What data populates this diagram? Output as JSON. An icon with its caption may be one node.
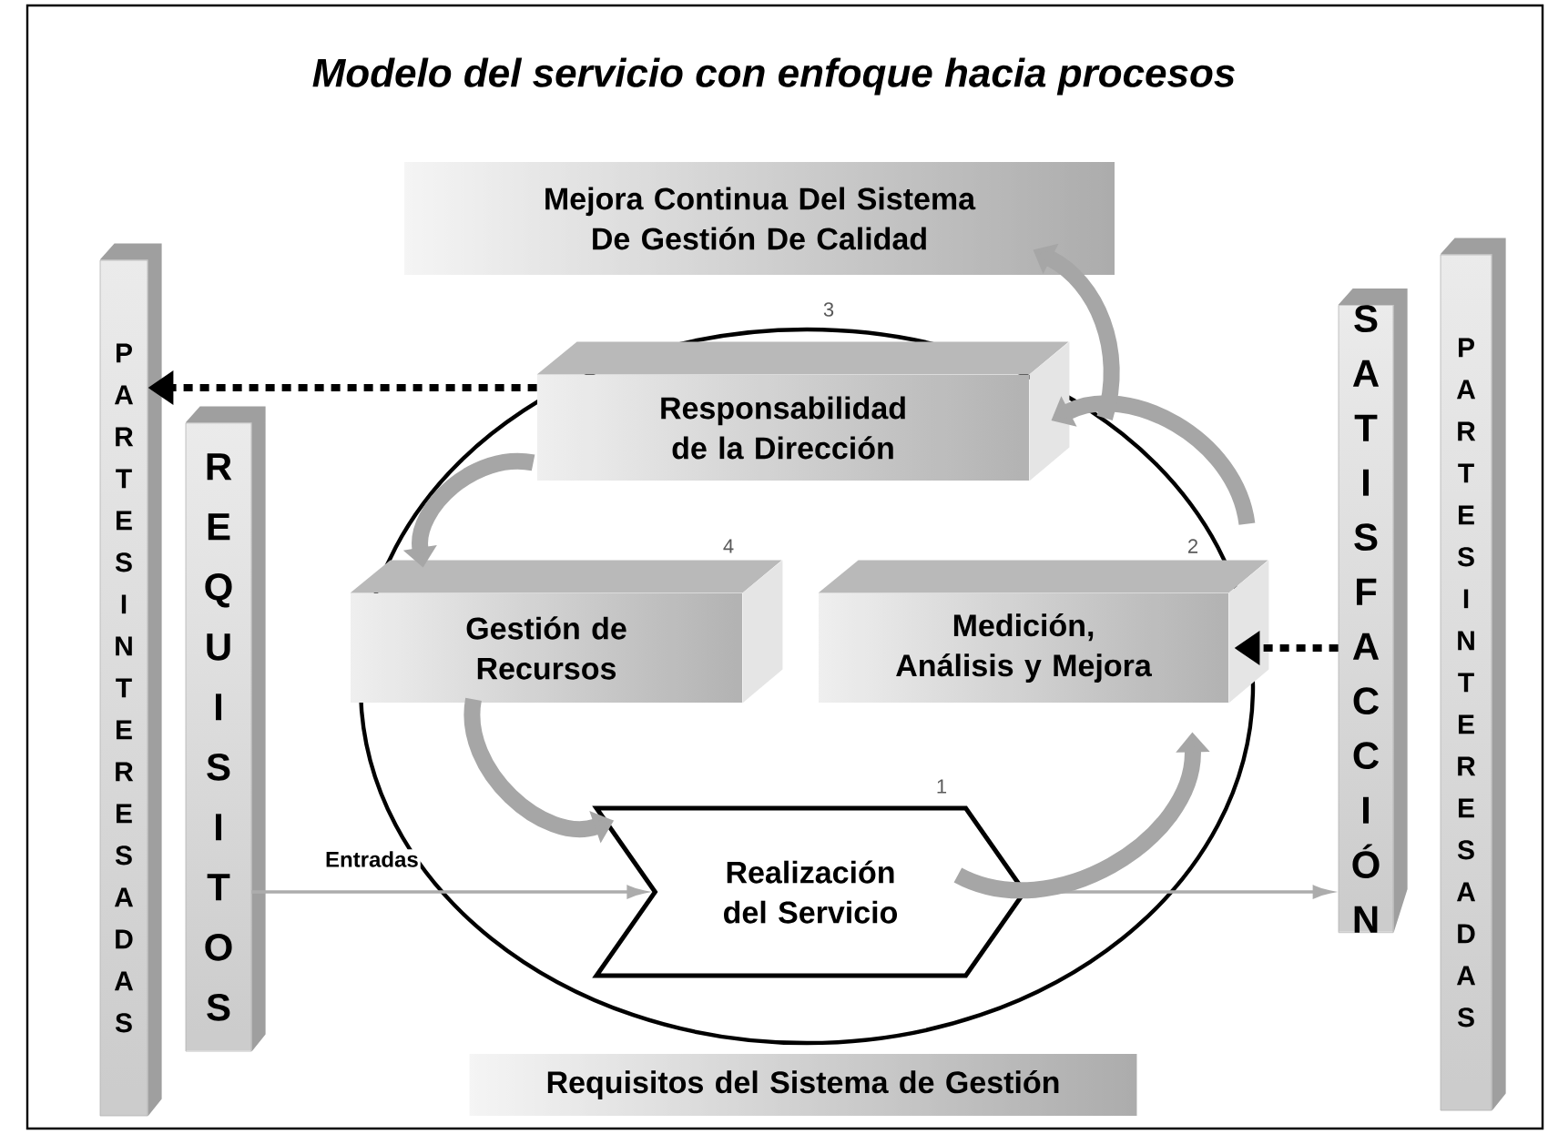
{
  "diagram": {
    "title": "Modelo del servicio con enfoque hacia procesos",
    "nodes": [
      {
        "text": [
          "Mejora Continua Del Sistema De Gestión De Calidad"
        ]
      },
      {
        "text": [
          "PARTES INTERESADAS"
        ]
      },
      {
        "text": [
          "REQUISITOS"
        ]
      },
      {
        "text": [],
        "shape": "ellipse"
      },
      {
        "text": [
          "Responsabilidad de la Dirección"
        ],
        "in": 3,
        "beside": [
          "3"
        ]
      },
      {
        "text": [
          "Gestión de Recursos"
        ],
        "in": 3,
        "beside": [
          "4"
        ]
      },
      {
        "text": [
          "Medición, Análisis y Mejora"
        ],
        "in": 3,
        "beside": [
          "2"
        ]
      },
      {
        "text": [
          "Realización del Servicio"
        ],
        "in": 3,
        "beside": [
          "1"
        ]
      },
      {
        "text": [
          "SATISFACCIÓN"
        ]
      },
      {
        "text": [
          "PARTES INTERESADAS"
        ]
      },
      {
        "text": [
          "Requisitos del Sistema de Gestión"
        ]
      }
    ],
    "edges": [
      {
        "from": 4,
        "to": 1,
        "arrow": "to",
        "style": "dashed",
        "color": "#000000"
      },
      {
        "from": 8,
        "to": 6,
        "arrow": "to",
        "style": "dashed",
        "color": "#000000"
      },
      {
        "from": 2,
        "to": 7,
        "arrow": "to",
        "label": "Entradas"
      },
      {
        "from": 7,
        "to": 8,
        "arrow": "to"
      },
      {
        "from": 4,
        "to": 5,
        "arrow": "to"
      },
      {
        "from": 5,
        "to": 7,
        "arrow": "to"
      },
      {
        "from": 7,
        "to": 6,
        "arrow": "to"
      },
      {
        "from": 6,
        "to": 4,
        "arrow": "to"
      },
      {
        "from": 3,
        "to": 0,
        "arrow": "to"
      }
    ]
  }
}
